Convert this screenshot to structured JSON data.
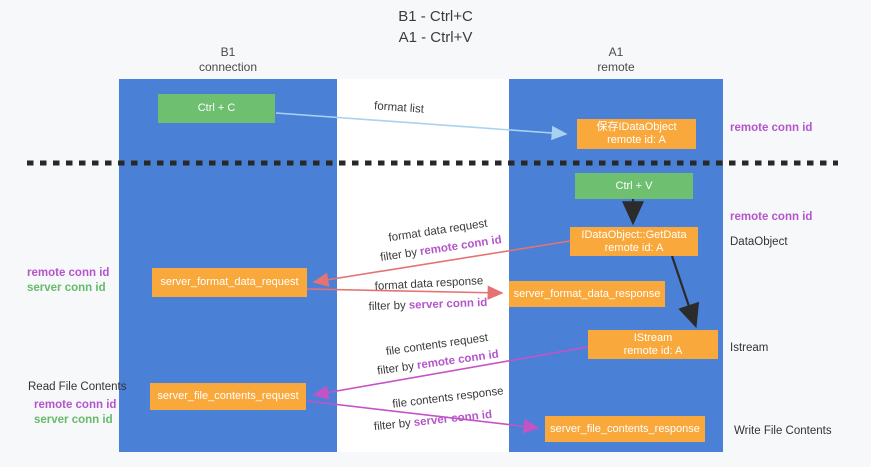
{
  "title": {
    "line1": "B1 - Ctrl+C",
    "line2": "A1 - Ctrl+V"
  },
  "lanes": {
    "left": {
      "title": "B1",
      "subtitle": "connection"
    },
    "right": {
      "title": "A1",
      "subtitle": "remote"
    }
  },
  "boxes": {
    "ctrl_c": {
      "label": "Ctrl + C"
    },
    "ctrl_v": {
      "label": "Ctrl + V"
    },
    "save_dataobject": {
      "line1": "保存IDataObject",
      "line2": "remote id: A"
    },
    "getdata": {
      "line1": "IDataObject::GetData",
      "line2": "remote id: A"
    },
    "istream": {
      "line1": "IStream",
      "line2": "remote id: A"
    },
    "format_request": {
      "label": "server_format_data_request"
    },
    "format_response": {
      "label": "server_format_data_response"
    },
    "file_request": {
      "label": "server_file_contents_request"
    },
    "file_response": {
      "label": "server_file_contents_response"
    }
  },
  "labels": {
    "remote_conn_id": "remote conn id",
    "server_conn_id": "server conn id",
    "dataobject": "DataObject",
    "istream": "Istream",
    "read_file_contents": "Read File Contents",
    "write_file_contents": "Write File Contents",
    "format_list": "format list",
    "format_data_request": "format data request",
    "format_data_response": "format data response",
    "file_contents_request": "file contents request",
    "file_contents_response": "file contents response",
    "filter_by": "filter by"
  },
  "colors": {
    "lane_blue": "#4a80d5",
    "box_green": "#6fbf71",
    "box_orange": "#f9a83b",
    "purple_text": "#b455cb",
    "green_text": "#66bb6a",
    "arrow_red": "#e57373",
    "arrow_magenta": "#c653c6",
    "arrow_light_blue": "#a8d3f0",
    "arrow_black": "#2b2b2b",
    "dashed_divider": "#282828"
  }
}
